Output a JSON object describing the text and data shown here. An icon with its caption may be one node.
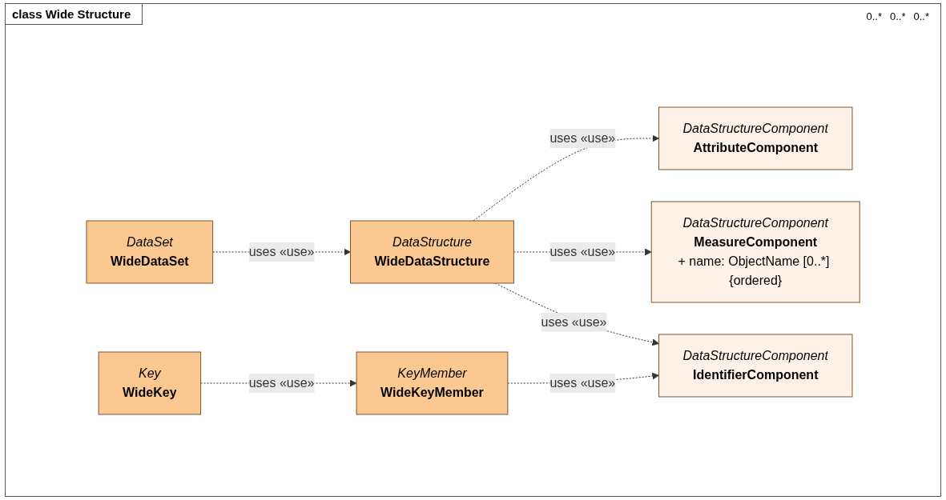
{
  "diagram": {
    "title": "class Wide Structure",
    "nodes": [
      {
        "text": [
          "DataSet",
          "WideDataSet"
        ]
      },
      {
        "text": [
          "DataStructureComponent",
          "AttributeComponent"
        ]
      },
      {
        "text": [
          "Key",
          "WideKey"
        ]
      },
      {
        "text": [
          "DataStructureComponent",
          "MeasureComponent",
          "+ name: ObjectName [0..*] {ordered}"
        ]
      },
      {
        "text": [
          "DataStructure",
          "WideDataStructure"
        ]
      },
      {
        "text": [
          "DataStructureComponent",
          "IdentifierComponent"
        ]
      },
      {
        "text": [
          "KeyMember",
          "WideKeyMember"
        ]
      }
    ],
    "edges": [
      {
        "from": 0,
        "to": 4,
        "arrow": "to",
        "style": "dashed",
        "label": "uses «use»"
      },
      {
        "from": 4,
        "to": 1,
        "arrow": "to",
        "style": "dashed",
        "label": "uses «use»"
      },
      {
        "from": 4,
        "to": 3,
        "arrow": "to",
        "style": "dashed",
        "label": "uses «use»"
      },
      {
        "from": 4,
        "to": 5,
        "arrow": "to",
        "style": "dashed",
        "label": "uses «use»"
      },
      {
        "from": 2,
        "to": 6,
        "arrow": "to",
        "style": "dashed",
        "label": "uses «use»"
      },
      {
        "from": 6,
        "to": 5,
        "arrow": "to",
        "style": "dashed",
        "label": "uses «use»"
      }
    ],
    "labels": [
      "0..*",
      "0..*",
      "0..*"
    ]
  }
}
